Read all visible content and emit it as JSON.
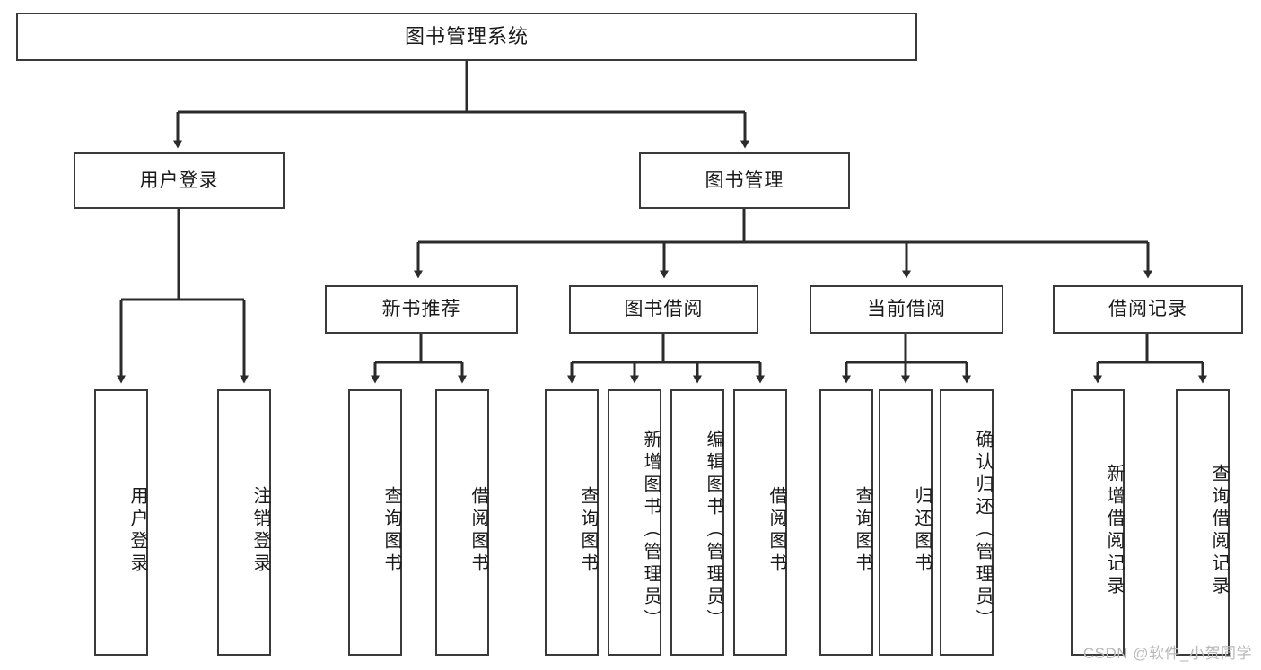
{
  "diagram": {
    "type": "tree",
    "title": "图书管理系统",
    "watermark": "CSDN @软件_小贺同学",
    "colors": {
      "box_border": "#3a3a3a",
      "box_fill": "#ffffff",
      "edge": "#2b2b2b",
      "text": "#1a1a1a",
      "watermark": "#b9b9b9",
      "background": "#ffffff"
    },
    "nodes": {
      "root": {
        "label": "图书管理系统"
      },
      "level1": [
        {
          "id": "user-login",
          "label": "用户登录"
        },
        {
          "id": "book-management",
          "label": "图书管理"
        }
      ],
      "level2": [
        {
          "id": "new-book-recommend",
          "label": "新书推荐"
        },
        {
          "id": "book-borrow",
          "label": "图书借阅"
        },
        {
          "id": "current-borrow",
          "label": "当前借阅"
        },
        {
          "id": "borrow-record",
          "label": "借阅记录"
        }
      ],
      "leaves": {
        "user_login": [
          {
            "id": "leaf-user-login",
            "label": "用户登录"
          },
          {
            "id": "leaf-logout-login",
            "label": "注销登录"
          }
        ],
        "new_book_recommend": [
          {
            "id": "leaf-query-book-1",
            "label": "查询图书"
          },
          {
            "id": "leaf-borrow-book-1",
            "label": "借阅图书"
          }
        ],
        "book_borrow": [
          {
            "id": "leaf-query-book-2",
            "label": "查询图书"
          },
          {
            "id": "leaf-add-book",
            "label": "新增图书（管理员）"
          },
          {
            "id": "leaf-edit-book",
            "label": "编辑图书（管理员）"
          },
          {
            "id": "leaf-borrow-book-2",
            "label": "借阅图书"
          }
        ],
        "current_borrow": [
          {
            "id": "leaf-query-book-3",
            "label": "查询图书"
          },
          {
            "id": "leaf-return-book",
            "label": "归还图书"
          },
          {
            "id": "leaf-confirm-return",
            "label": "确认归还（管理员）"
          }
        ],
        "borrow_record": [
          {
            "id": "leaf-add-record",
            "label": "新增借阅记录"
          },
          {
            "id": "leaf-query-record",
            "label": "查询借阅记录"
          }
        ]
      }
    }
  }
}
